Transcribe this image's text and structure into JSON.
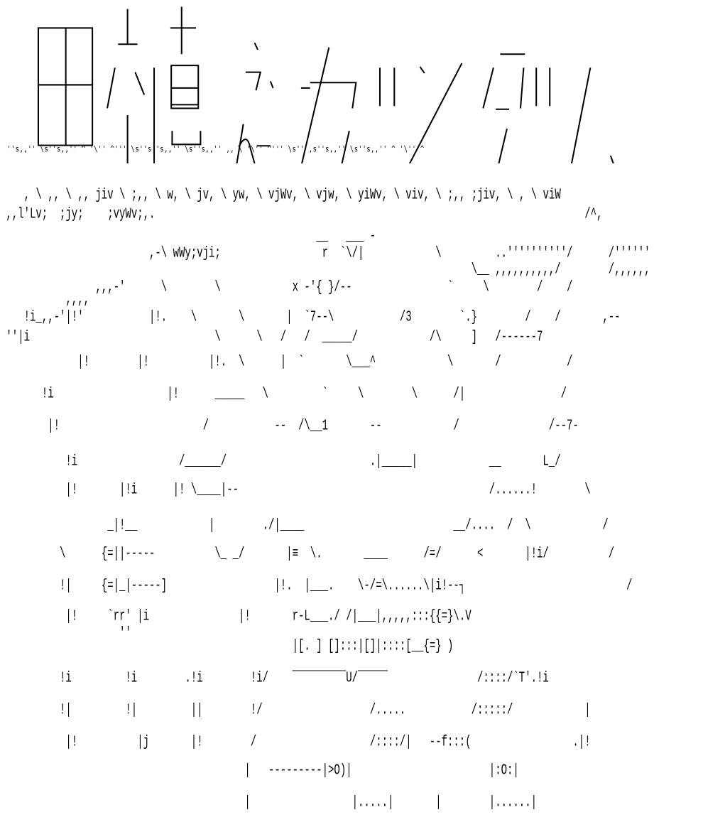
{
  "art": {
    "title": "田植えガンダム、",
    "wave": "''s,,'' \\s''s,,'' ^ '\\'' ^''' \\s''s''s,,'' \\s''s,,'' ,, \\ '\\'' ^''' \\s'' ,s''s,,'' \\s''s,,'' ^ '\\'' ^",
    "rows": [
      [
        ", \\ ,, \\ ,, jiv \\ ;,, \\ w, \\ jv, \\ yw, \\ vjWv, \\ vjw, \\ yiWv, \\ viv, \\ ;,, ;jiv, \\ , \\ viW"
      ],
      [
        ",,l'Lv;  ;jy;    ;vyWv;,.",
        "/^,"
      ],
      [
        "__   ___ -"
      ],
      [
        ",-\\ wWy;vji;",
        "r  `\\/|",
        "\\",
        "..''''''''''/",
        "/''''''"
      ],
      [
        "\\__ ,,,,,,,,,,/",
        "/,,,,,,"
      ],
      [
        ",,,-'",
        "\\",
        "\\",
        "x -'{ }/--",
        "`",
        "\\",
        "/",
        "/"
      ],
      [
        ",,,,"
      ],
      [
        "!i_,,-'|!'",
        "|!.",
        "\\",
        "\\",
        "|",
        "`7--\\",
        "/3",
        "`.}",
        "/",
        "/",
        ",--"
      ],
      [
        "''|i",
        "\\",
        "\\",
        "/",
        "/",
        "_____/",
        "/\\",
        "]",
        "/------7"
      ],
      [
        "|!",
        "|!",
        "|!.",
        "\\",
        "|",
        "`",
        "\\___^",
        "\\",
        "/",
        "/"
      ],
      [
        "!i",
        "|!",
        "_____",
        "\\",
        "`",
        "\\",
        "\\",
        "/|",
        "/"
      ],
      [
        "|!",
        "/",
        "--",
        "/\\__1",
        "--",
        "/",
        "/--7-"
      ],
      [
        "!i",
        "/______/",
        ".|_____|",
        "__",
        "L_/"
      ],
      [
        "|!",
        "|!i",
        "|!",
        "\\____|--",
        "/......!",
        "\\"
      ],
      [
        "_|!__",
        "|",
        "./|____",
        "__/....",
        "/  \\",
        "/"
      ],
      [
        "\\",
        "{=||-----",
        "\\_ _/",
        "|≡  \\.",
        "____",
        "/=/",
        "<",
        "|!i/",
        "/"
      ],
      [
        "!|",
        "{=|_|-----]",
        "|!.",
        "|___.",
        "\\-/=\\......\\|i!--┐",
        "/"
      ],
      [
        "|!",
        "`rr' |i",
        "|!",
        "r-L___./ /|___|,,,,,:::{{=}\\.V"
      ],
      [
        "''"
      ],
      [
        "|[. ] []:::|[]|::::[__{=} )"
      ],
      [
        "!i",
        "!i",
        ".!i",
        "!i/",
        "‾‾‾‾‾‾‾‾‾U/‾‾‾‾‾",
        "/::::/`T'.!i"
      ],
      [
        "!|",
        "!|",
        "||",
        "!/",
        "/.....",
        "/:::::/",
        "|"
      ],
      [
        "|!",
        "|j",
        "|!",
        "/",
        "/::::/|",
        "--f:::(",
        ".|!"
      ],
      [
        "|",
        "---------|>O)|",
        "|:O:|"
      ],
      [
        "|",
        "|.....|",
        "|",
        "|......|"
      ]
    ]
  }
}
